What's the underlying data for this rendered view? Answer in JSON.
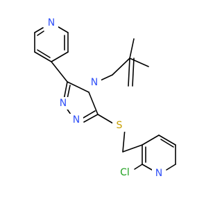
{
  "molecule": {
    "atoms": {
      "n_pyridine_top": "N",
      "n_triazole_1": "N",
      "n_triazole_2": "N",
      "n_triazole_4": "N",
      "s_thioether": "S",
      "cl_chloro": "Cl",
      "n_pyridine_bottom": "N"
    },
    "colors": {
      "nitrogen": "#3050F8",
      "sulfur": "#C8A000",
      "chlorine": "#1FA01F",
      "bond": "#000000",
      "background": "#FFFFFF"
    }
  }
}
